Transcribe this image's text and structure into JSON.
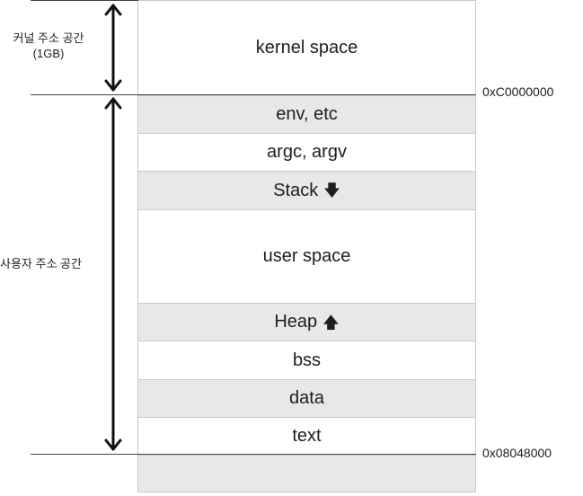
{
  "kernel_region": {
    "label_line1": "커널 주소 공간",
    "label_line2": "(1GB)"
  },
  "user_region": {
    "label": "사용자 주소 공간"
  },
  "addresses": {
    "kernel_boundary": "0xC0000000",
    "user_start": "0x08048000"
  },
  "blocks": [
    {
      "label": "kernel space",
      "shaded": false
    },
    {
      "label": "env, etc",
      "shaded": true
    },
    {
      "label": "argc, argv",
      "shaded": false
    },
    {
      "label": "Stack",
      "shaded": true,
      "direction_icon": "arrow-down-icon"
    },
    {
      "label": "user space",
      "shaded": false
    },
    {
      "label": "Heap",
      "shaded": true,
      "direction_icon": "arrow-up-icon"
    },
    {
      "label": "bss",
      "shaded": false
    },
    {
      "label": "data",
      "shaded": true
    },
    {
      "label": "text",
      "shaded": false
    },
    {
      "label": "",
      "shaded": true
    }
  ],
  "colors": {
    "shaded_block": "#e8e8e8",
    "border": "#c9c9c9",
    "arrow": "#111111"
  }
}
